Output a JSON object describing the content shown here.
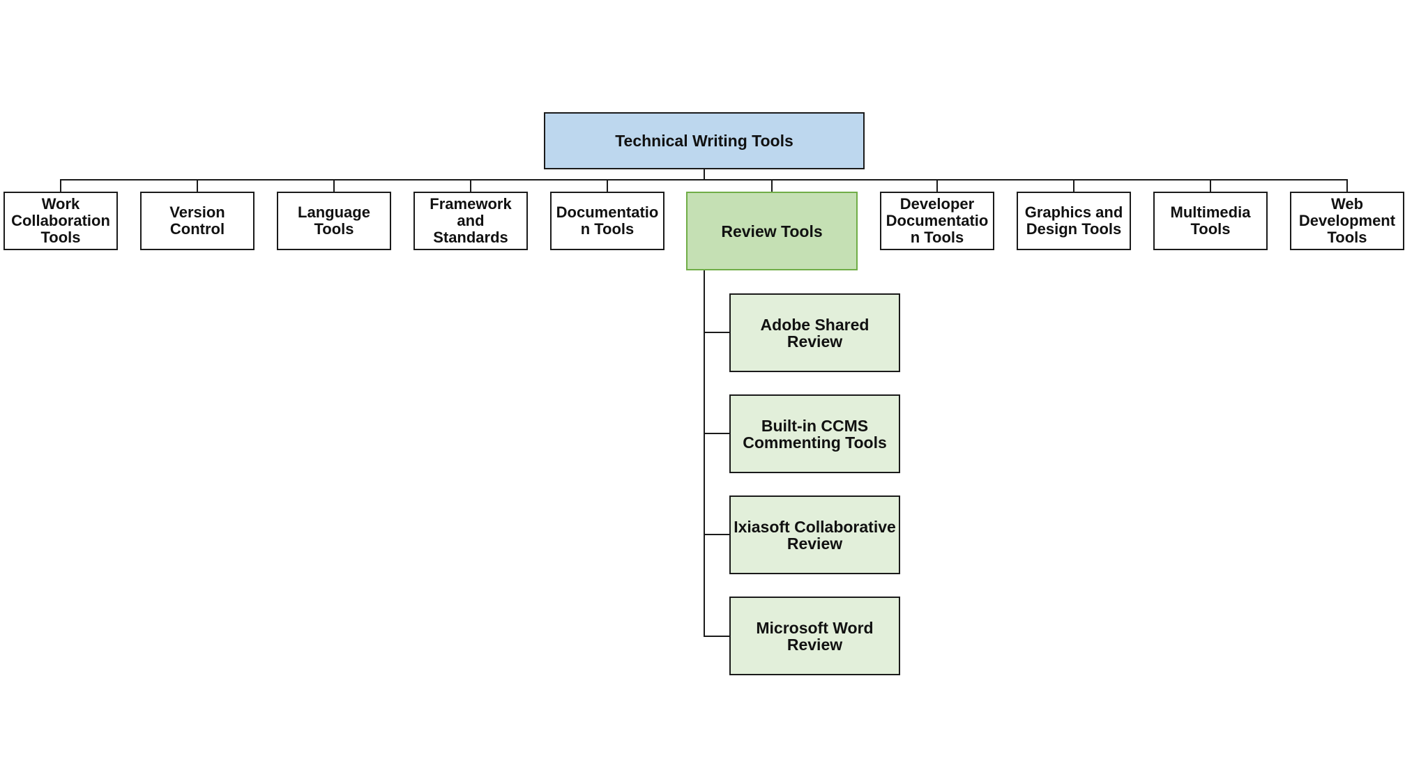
{
  "root": {
    "label": "Technical Writing Tools"
  },
  "categories": [
    {
      "label": "Work\nCollaboration\nTools"
    },
    {
      "label": "Version\nControl"
    },
    {
      "label": "Language\nTools"
    },
    {
      "label": "Framework\nand\nStandards"
    },
    {
      "label": "Documentatio\nn Tools"
    },
    {
      "label": "Review Tools"
    },
    {
      "label": "Developer\nDocumentatio\nn Tools"
    },
    {
      "label": "Graphics and\nDesign Tools"
    },
    {
      "label": "Multimedia\nTools"
    },
    {
      "label": "Web\nDevelopment\nTools"
    }
  ],
  "review_children": [
    {
      "label": "Adobe Shared\nReview"
    },
    {
      "label": "Built-in CCMS\nCommenting Tools"
    },
    {
      "label": "Ixiasoft Collaborative\nReview"
    },
    {
      "label": "Microsoft Word\nReview"
    }
  ],
  "colors": {
    "root_fill": "#bdd7ee",
    "selected_fill": "#c5e0b4",
    "selected_border": "#70ad47",
    "child_fill": "#e2efda",
    "line": "#1a1a1a"
  }
}
